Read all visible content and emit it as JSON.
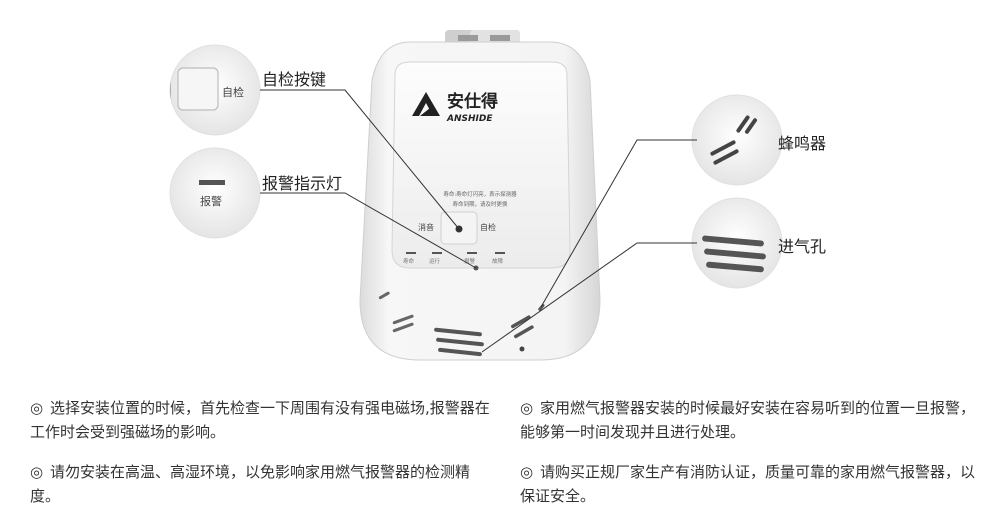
{
  "callouts": {
    "self_test_button": "自检按键",
    "alarm_indicator": "报警指示灯",
    "buzzer": "蜂鸣器",
    "air_inlet": "进气孔"
  },
  "inset_labels": {
    "self_test": "自检",
    "alarm": "报警"
  },
  "device": {
    "brand_cn": "安仕得",
    "brand_en": "ANSHIDE",
    "panel_line1": "寿命:寿命灯闪亮，表示探测器",
    "panel_line2": "寿命到期，请及时更换",
    "mute_label": "消音",
    "self_test_label": "自检",
    "indicators": [
      "寿命",
      "运行",
      "报警",
      "故障"
    ]
  },
  "notes": [
    {
      "bullet": "◎",
      "text": "选择安装位置的时候，首先检查一下周围有没有强电磁场,报警器在工作时会受到强磁场的影响。"
    },
    {
      "bullet": "◎",
      "text": "家用燃气报警器安装的时候最好安装在容易听到的位置一旦报警，能够第一时间发现并且进行处理。"
    },
    {
      "bullet": "◎",
      "text": "请勿安装在高温、高湿环境，以免影响家用燃气报警器的检测精度。"
    },
    {
      "bullet": "◎",
      "text": "请购买正规厂家生产有消防认证，质量可靠的家用燃气报警器，以保证安全。"
    }
  ]
}
